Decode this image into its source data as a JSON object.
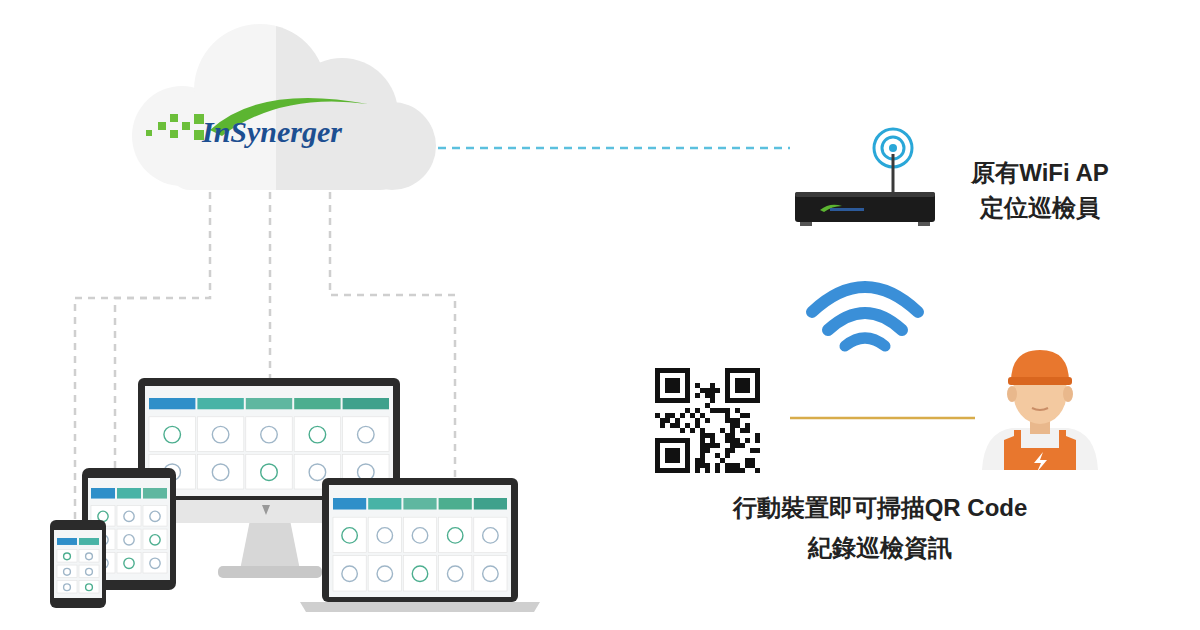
{
  "diagram": {
    "nodes": [
      {
        "text": [
          "InSynerger"
        ]
      },
      {
        "text": [
          "原有WiFi AP 定位巡檢員"
        ]
      }
    ],
    "edges": [
      {
        "from": 0,
        "to": 1,
        "arrow": "none"
      }
    ],
    "labels": [
      "行動裝置即可掃描QR Code 紀錄巡檢資訊"
    ]
  }
}
